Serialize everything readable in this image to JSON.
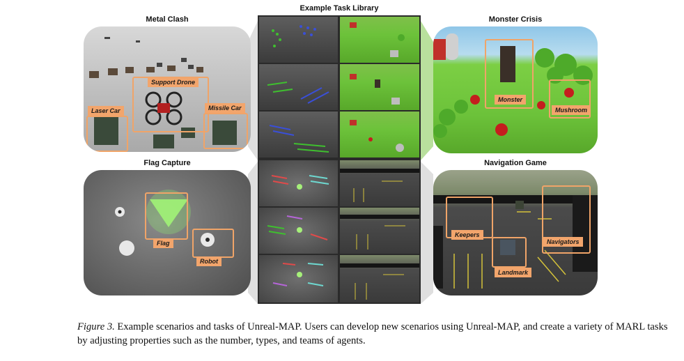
{
  "library_title": "Example Task Library",
  "panels": {
    "metal_clash": {
      "title": "Metal Clash",
      "labels": {
        "drone": "Support Drone",
        "laser": "Laser Car",
        "missile": "Missile Car"
      }
    },
    "monster_crisis": {
      "title": "Monster Crisis",
      "labels": {
        "monster": "Monster",
        "mushroom": "Mushroom"
      }
    },
    "flag_capture": {
      "title": "Flag Capture",
      "labels": {
        "flag": "Flag",
        "robot": "Robot"
      }
    },
    "navigation_game": {
      "title": "Navigation Game",
      "labels": {
        "keepers": "Keepers",
        "navigators": "Navigators",
        "landmark": "Landmark"
      }
    }
  },
  "caption": {
    "figure_label": "Figure 3.",
    "text": " Example scenarios and tasks of Unreal-MAP. Users can develop new scenarios using Unreal-MAP, and create a variety of MARL tasks by adjusting properties such as the number, types, and teams of agents."
  },
  "colors": {
    "callout": "#f0a468",
    "grass": "#6cc23a",
    "concrete": "#8a8a8a"
  }
}
